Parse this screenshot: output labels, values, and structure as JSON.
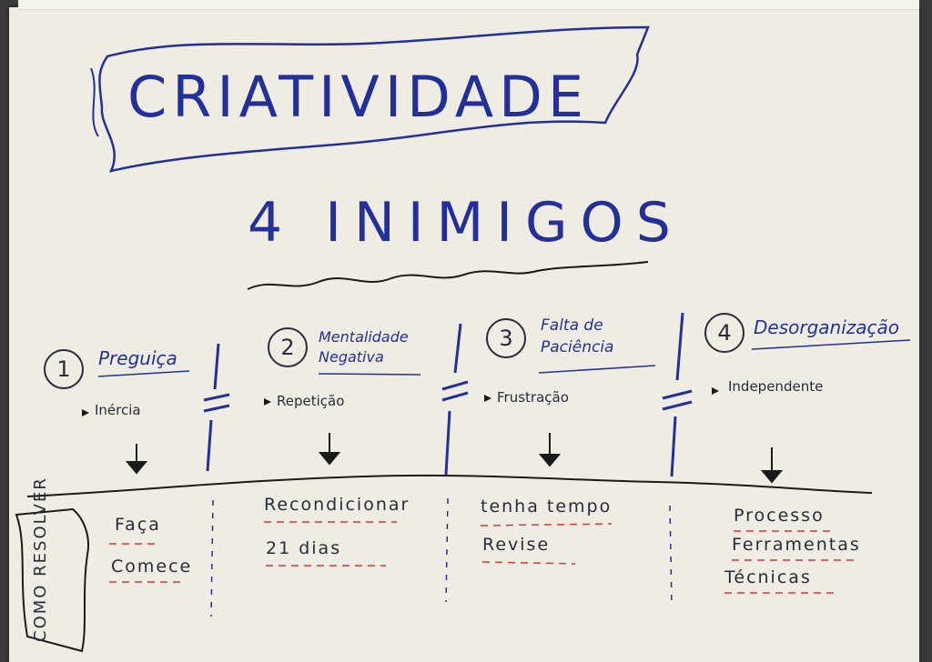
{
  "title": "CRIATIVIDADE",
  "subtitle": "4 INIMIGOS",
  "side_label": "COMO RESOLVER",
  "enemies": [
    {
      "number": "1",
      "name": "Preguiça",
      "cause": "Inércia",
      "solutions": [
        "Faça",
        "Comece"
      ]
    },
    {
      "number": "2",
      "name": "Mentalidade Negativa",
      "cause": "Repetição",
      "solutions": [
        "Recondicionar",
        "21 dias"
      ]
    },
    {
      "number": "3",
      "name": "Falta de Paciência",
      "cause": "Frustração",
      "solutions": [
        "tenha tempo",
        "Revise"
      ]
    },
    {
      "number": "4",
      "name": "Desorganização",
      "cause": "Independente",
      "solutions": [
        "Processo",
        "Ferramentas",
        "Técnicas"
      ]
    }
  ],
  "colors": {
    "blue_ink": "#23309a",
    "black_ink": "#2a2a3a",
    "red_ink": "#d23a3a",
    "paper": "#efede3"
  }
}
